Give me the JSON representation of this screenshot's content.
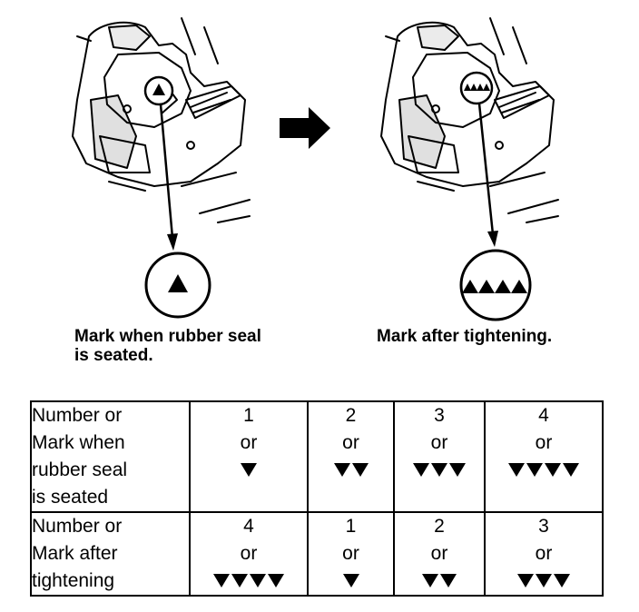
{
  "captions": {
    "seated": "Mark when rubber seal\nis seated.",
    "after": "Mark after tightening."
  },
  "table": {
    "rows": [
      {
        "label": [
          "Number or",
          "Mark when",
          "rubber seal",
          "is seated"
        ],
        "cells": [
          {
            "number": "1",
            "or": "or",
            "triangles": 1
          },
          {
            "number": "2",
            "or": "or",
            "triangles": 2
          },
          {
            "number": "3",
            "or": "or",
            "triangles": 3
          },
          {
            "number": "4",
            "or": "or",
            "triangles": 4
          }
        ]
      },
      {
        "label": [
          "Number or",
          "Mark after",
          "tightening"
        ],
        "cells": [
          {
            "number": "4",
            "or": "or",
            "triangles": 4
          },
          {
            "number": "1",
            "or": "or",
            "triangles": 1
          },
          {
            "number": "2",
            "or": "or",
            "triangles": 2
          },
          {
            "number": "3",
            "or": "or",
            "triangles": 3
          }
        ]
      }
    ]
  }
}
